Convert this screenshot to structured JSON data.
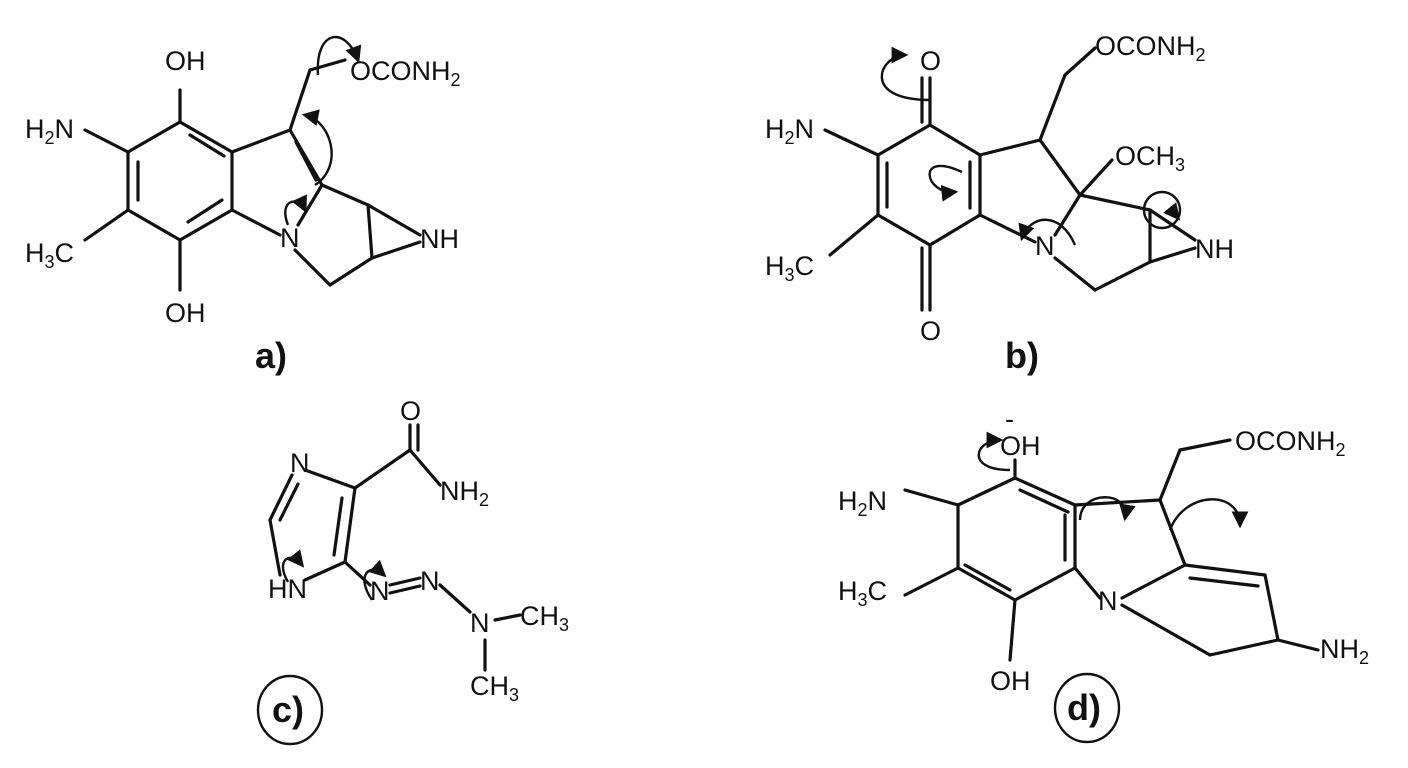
{
  "figure": {
    "molecule_a": {
      "caption": "a)",
      "labels": {
        "oh_top": "OH",
        "oh_bottom": "OH",
        "amine": "H2N",
        "methyl": "H3C",
        "ring_n": "N",
        "aziridine_nh": "NH",
        "carbamate": "OCONH2"
      }
    },
    "molecule_b": {
      "caption": "b)",
      "labels": {
        "o_top": "O",
        "o_bottom": "O",
        "amine": "H2N",
        "methyl": "H3C",
        "ring_n": "N",
        "aziridine_nh": "NH",
        "carbamate": "OCONH2",
        "methoxy": "OCH3"
      }
    },
    "molecule_c": {
      "caption": "c)",
      "labels": {
        "o": "O",
        "amide": "NH2",
        "ring_n": "N",
        "ring_nh": "HN",
        "azo_n1": "N",
        "azo_n2": "N",
        "amine_n": "N",
        "methyl1": "CH3",
        "methyl2": "CH3"
      }
    },
    "molecule_d": {
      "caption": "d)",
      "labels": {
        "oxide": "OH",
        "charge": "-",
        "oh_bottom": "OH",
        "amine": "H2N",
        "methyl": "H3C",
        "ring_n": "N",
        "carbamate": "OCONH2",
        "amine_right": "NH2"
      }
    }
  }
}
